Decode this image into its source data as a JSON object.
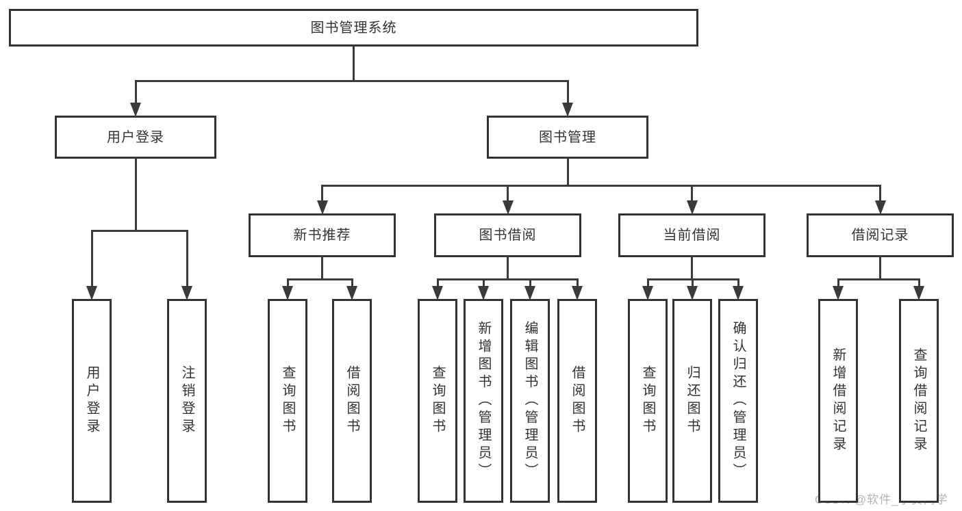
{
  "diagram_title": "图书管理系统",
  "watermark": {
    "text": "CSDN @软件_小贺同学"
  },
  "colors": {
    "background": "#ffffff",
    "box_border": "#333333",
    "box_fill": "#ffffff",
    "line": "#3a3a3a",
    "text": "#333333",
    "watermark": "#b3b3b3"
  },
  "nodes": [
    {
      "id": "root",
      "label": "图书管理系统",
      "parent": null,
      "orientation": "horizontal"
    },
    {
      "id": "user-login",
      "label": "用户登录",
      "parent": "root",
      "orientation": "horizontal"
    },
    {
      "id": "book-mgmt",
      "label": "图书管理",
      "parent": "root",
      "orientation": "horizontal"
    },
    {
      "id": "new-book-rec",
      "label": "新书推荐",
      "parent": "book-mgmt",
      "orientation": "horizontal"
    },
    {
      "id": "book-borrow",
      "label": "图书借阅",
      "parent": "book-mgmt",
      "orientation": "horizontal"
    },
    {
      "id": "current-borrow",
      "label": "当前借阅",
      "parent": "book-mgmt",
      "orientation": "horizontal"
    },
    {
      "id": "borrow-records",
      "label": "借阅记录",
      "parent": "book-mgmt",
      "orientation": "horizontal"
    },
    {
      "id": "leaf-user-login",
      "label": "用户登录",
      "parent": "user-login",
      "orientation": "vertical"
    },
    {
      "id": "leaf-logout",
      "label": "注销登录",
      "parent": "user-login",
      "orientation": "vertical"
    },
    {
      "id": "leaf-query-book-1",
      "label": "查询图书",
      "parent": "new-book-rec",
      "orientation": "vertical"
    },
    {
      "id": "leaf-borrow-book-1",
      "label": "借阅图书",
      "parent": "new-book-rec",
      "orientation": "vertical"
    },
    {
      "id": "leaf-query-book-2",
      "label": "查询图书",
      "parent": "book-borrow",
      "orientation": "vertical"
    },
    {
      "id": "leaf-add-book",
      "label": "新增图书（管理员）",
      "parent": "book-borrow",
      "orientation": "vertical"
    },
    {
      "id": "leaf-edit-book",
      "label": "编辑图书（管理员）",
      "parent": "book-borrow",
      "orientation": "vertical"
    },
    {
      "id": "leaf-borrow-book-2",
      "label": "借阅图书",
      "parent": "book-borrow",
      "orientation": "vertical"
    },
    {
      "id": "leaf-query-book-3",
      "label": "查询图书",
      "parent": "current-borrow",
      "orientation": "vertical"
    },
    {
      "id": "leaf-return-book",
      "label": "归还图书",
      "parent": "current-borrow",
      "orientation": "vertical"
    },
    {
      "id": "leaf-confirm-return",
      "label": "确认归还（管理员）",
      "parent": "current-borrow",
      "orientation": "vertical"
    },
    {
      "id": "leaf-add-record",
      "label": "新增借阅记录",
      "parent": "borrow-records",
      "orientation": "vertical"
    },
    {
      "id": "leaf-query-record",
      "label": "查询借阅记录",
      "parent": "borrow-records",
      "orientation": "vertical"
    }
  ]
}
